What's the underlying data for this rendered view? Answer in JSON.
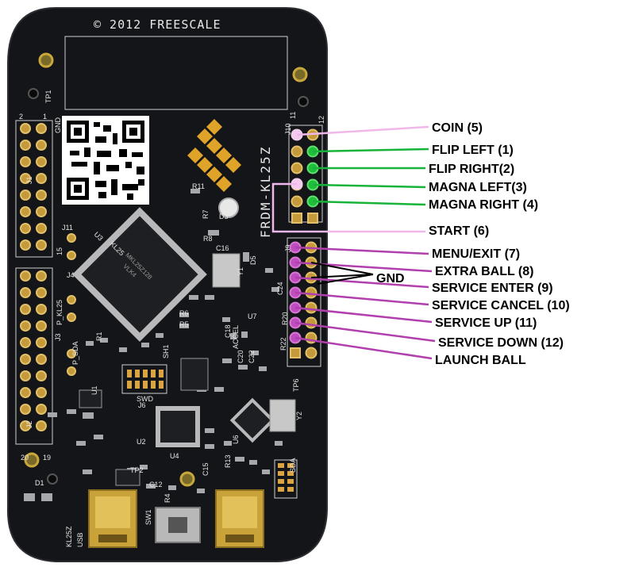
{
  "board": {
    "copyright": "© 2012 FREESCALE",
    "name": "FRDM-KL25Z",
    "silkscreen": [
      "J1",
      "J2",
      "J9",
      "J10",
      "J11",
      "TP1",
      "GND",
      "U1",
      "U2",
      "U3",
      "U4",
      "U6",
      "U7",
      "J6",
      "SWD",
      "ACCEL",
      "KL25",
      "KL25Z",
      "USB",
      "SDA",
      "SW1",
      "D1",
      "D3",
      "Y1",
      "Y2",
      "C16",
      "R11",
      "R8",
      "R7",
      "C18",
      "C24",
      "C20",
      "C22",
      "R20",
      "R22",
      "TP6",
      "TP2",
      "R1",
      "R5",
      "R6",
      "D5",
      "J3",
      "J4",
      "SH1",
      "P_SDA",
      "P_KL25",
      "12",
      "11",
      "2",
      "1",
      "20",
      "19",
      "15",
      "C12",
      "C15",
      "R13",
      "R4"
    ]
  },
  "colors": {
    "board": "#141518",
    "pin_white": "#f6c9f0",
    "pin_green": "#1fbf3a",
    "pin_magenta": "#c04dbf",
    "gnd_line": "#000000"
  },
  "callouts": [
    {
      "label": "COIN (5)",
      "color": "#f0b8ea"
    },
    {
      "label": "FLIP LEFT  (1)",
      "color": "#19b33a"
    },
    {
      "label": "FLIP RIGHT(2)",
      "color": "#19b33a"
    },
    {
      "label": "MAGNA LEFT(3)",
      "color": "#19b33a"
    },
    {
      "label": "MAGNA RIGHT (4)",
      "color": "#19b33a"
    },
    {
      "label": "START (6)",
      "color": "#f0b8ea"
    },
    {
      "label": "MENU/EXIT (7)",
      "color": "#b13fae"
    },
    {
      "label": "EXTRA BALL (8)",
      "color": "#b13fae"
    },
    {
      "label": "SERVICE ENTER (9)",
      "color": "#b13fae"
    },
    {
      "label": "SERVICE CANCEL (10)",
      "color": "#b13fae"
    },
    {
      "label": "SERVICE UP (11)",
      "color": "#b13fae"
    },
    {
      "label": "SERVICE DOWN (12)",
      "color": "#b13fae"
    },
    {
      "label": "LAUNCH BALL",
      "color": "#b13fae"
    }
  ],
  "gnd_label": "GND"
}
